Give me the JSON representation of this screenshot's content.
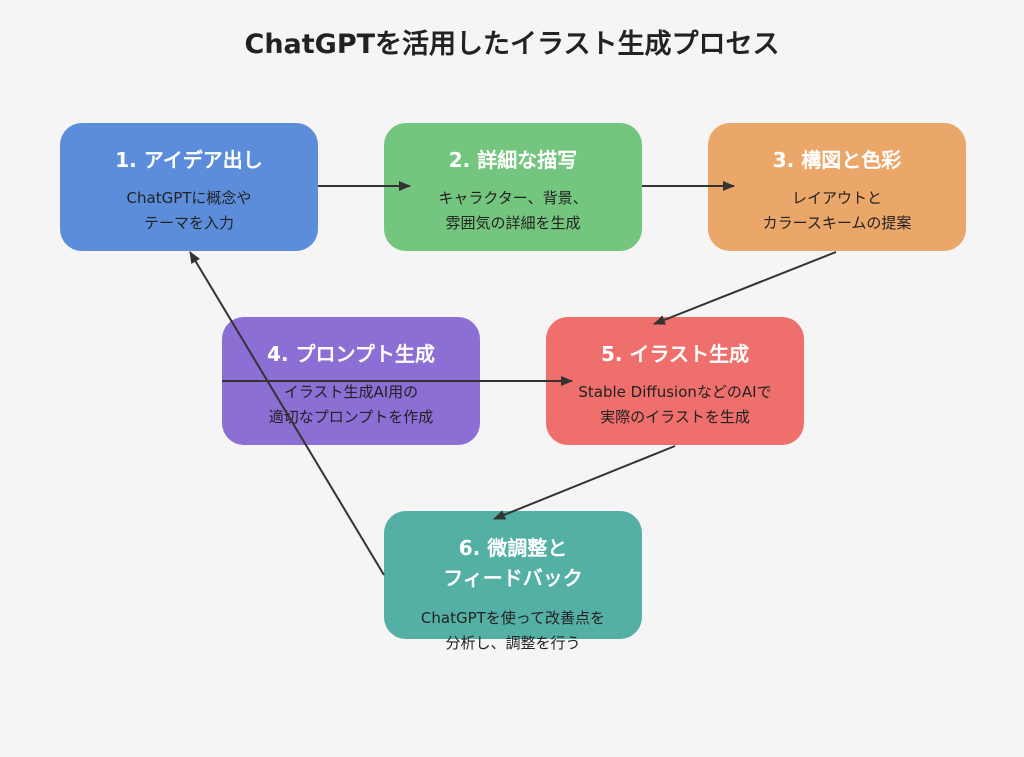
{
  "title": "ChatGPTを活用したイラスト生成プロセス",
  "steps": [
    {
      "title": [
        "1. アイデア出し"
      ],
      "desc": [
        "ChatGPTに概念や",
        "テーマを入力"
      ],
      "color": "#5b8ddb"
    },
    {
      "title": [
        "2. 詳細な描写"
      ],
      "desc": [
        "キャラクター、背景、",
        "雰囲気の詳細を生成"
      ],
      "color": "#74c67f"
    },
    {
      "title": [
        "3. 構図と色彩"
      ],
      "desc": [
        "レイアウトと",
        "カラースキームの提案"
      ],
      "color": "#eba76a"
    },
    {
      "title": [
        "4. プロンプト生成"
      ],
      "desc": [
        "イラスト生成AI用の",
        "適切なプロンプトを作成"
      ],
      "color": "#8b6fd4"
    },
    {
      "title": [
        "5. イラスト生成"
      ],
      "desc": [
        "Stable DiffusionなどのAIで",
        "実際のイラストを生成"
      ],
      "color": "#ee6f6c"
    },
    {
      "title": [
        "6. 微調整と",
        "フィードバック"
      ],
      "desc": [
        "ChatGPTを使って改善点を",
        "分析し、調整を行う"
      ],
      "color": "#54b0a5"
    }
  ],
  "arrow_color": "#333333"
}
